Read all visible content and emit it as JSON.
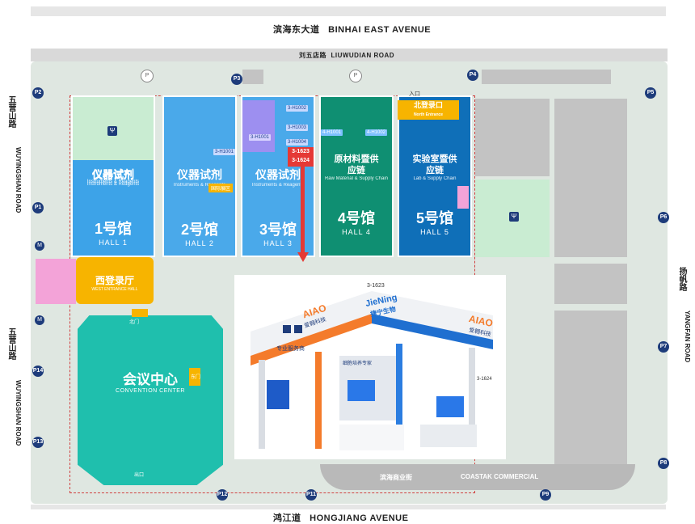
{
  "roads": {
    "top_cn": "滨海东大道",
    "top_en": "BINHAI EAST AVENUE",
    "inner_cn": "刘五店路",
    "inner_en": "LIUWUDIAN ROAD",
    "bottom_cn": "鸿江道",
    "bottom_en": "HONGJIANG AVENUE",
    "left_cn": "五营山路",
    "left_en": "WUYINGSHAN ROAD",
    "right_cn": "扬帆路",
    "right_en": "YANGFAN ROAD"
  },
  "halls": [
    {
      "cn": "仪器试剂",
      "en": "Instruments & Reagents",
      "num": "1号馆",
      "hall": "HALL 1",
      "color": "#3da3e8"
    },
    {
      "cn": "仪器试剂",
      "en": "Instruments & Reagents",
      "num": "2号馆",
      "hall": "HALL 2",
      "color": "#4aa9ea"
    },
    {
      "cn": "仪器试剂",
      "en": "Instruments & Reagents",
      "num": "3号馆",
      "hall": "HALL 3",
      "color": "#4aa9ea"
    },
    {
      "cn": "原材料暨供应链",
      "en": "Raw Material & Supply Chain",
      "num": "4号馆",
      "hall": "HALL 4",
      "color": "#0f8f72"
    },
    {
      "cn": "实验室暨供应链",
      "en": "Lab & Supply Chain",
      "num": "5号馆",
      "hall": "HALL 5",
      "color": "#0f6fb8"
    }
  ],
  "booths": {
    "h3a": "3-H1002",
    "h3b": "3-H1003",
    "h3c": "3-H1004",
    "h3d": "3-H1001",
    "h2a": "3-H1001",
    "h3red1": "3-1623",
    "h3red2": "3-1624",
    "h4a": "4-H1001",
    "h4b": "4-H1002",
    "h2intl": "国际展区"
  },
  "north_entrance": {
    "cn": "北登录口",
    "en": "North Entrance"
  },
  "west_entrance": {
    "cn": "西登录厅",
    "en": "WEST ENTRANCE HALL"
  },
  "convention": {
    "cn": "会议中心",
    "en": "CONVENTION CENTER"
  },
  "commercial": {
    "cn": "滨海商业街",
    "en": "COASTAK COMMERCIAL"
  },
  "labels": {
    "rukou": "入口",
    "chukou": "出口",
    "beimen": "北门",
    "dongmen": "东门",
    "exit2": "出口"
  },
  "parking": {
    "p1": "P1",
    "p2": "P2",
    "p3": "P3",
    "p4": "P4",
    "p5": "P5",
    "p6": "P6",
    "p7": "P7",
    "p8": "P8",
    "p9": "P9",
    "p11": "P11",
    "p12": "P12",
    "p13": "P13",
    "p14": "P14",
    "p": "P"
  },
  "booth_photo": {
    "sign_left": "AIAO",
    "sign_left_cn": "爱翱科技",
    "sign_mid": "JieNing",
    "sign_mid_cn": "捷宁生物",
    "sign_right": "AIAO",
    "sign_right_cn": "爱翱科技",
    "booth_no": "3-1623",
    "booth_no2": "3-1624",
    "service": "专业服务商",
    "service2": "细胞培养专家"
  },
  "colors": {
    "hall_blue": "#3da3e8",
    "hall_green": "#0f8f72",
    "hall_darkblue": "#0f6fb8",
    "light_green": "#c9ecd2",
    "yellow": "#f7b400",
    "pink": "#f3a3d8",
    "teal": "#1fbfad",
    "red": "#e53935"
  }
}
